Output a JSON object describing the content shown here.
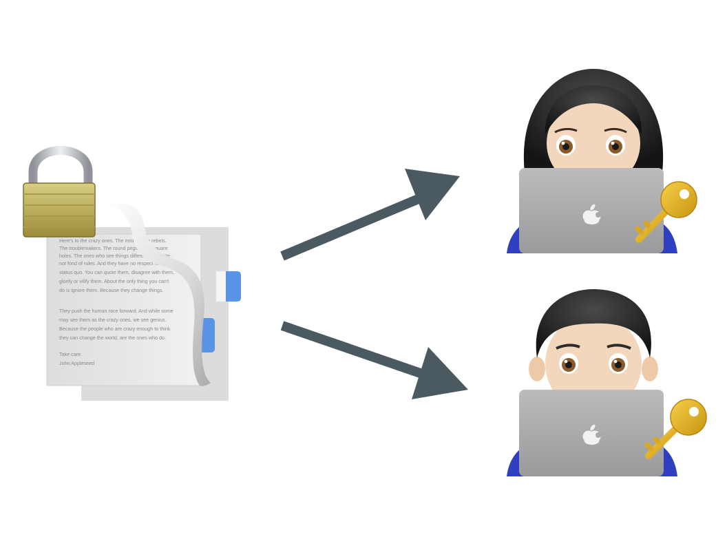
{
  "document": {
    "paragraph1": [
      "Here's to the crazy ones. The misfits. The rebels.",
      "The troublemakers. The round pegs in the square",
      "holes. The ones who see things differently. They're",
      "not fond of rules. And they have no respect for the",
      "status quo. You can quote them, disagree with them,",
      "glorify or vilify them. About the only thing you can't",
      "do is ignore them. Because they change things."
    ],
    "paragraph2": [
      "They push the human race forward. And while some",
      "may see them as the crazy ones, we see genius.",
      "Because the people who are crazy enough to think",
      "they can change the world, are the ones who do."
    ],
    "closing": "Take care.",
    "signature": "John Appleseed"
  },
  "icons": {
    "lock": "padlock-icon",
    "document": "document-icon",
    "arrow_upper": "arrow-right-up",
    "arrow_lower": "arrow-right-down",
    "recipient_1": "woman-technologist-icon",
    "recipient_2": "man-technologist-icon",
    "key": "key-icon",
    "laptop_logo": "apple-logo-icon"
  },
  "colors": {
    "arrow": "#4a5a60",
    "gold": "#d8a824",
    "laptop": "#a7a7a9",
    "shirt": "#2e3fc0",
    "skin": "#f3d7bd",
    "hair": "#232323",
    "tab": "#5a93e6"
  }
}
